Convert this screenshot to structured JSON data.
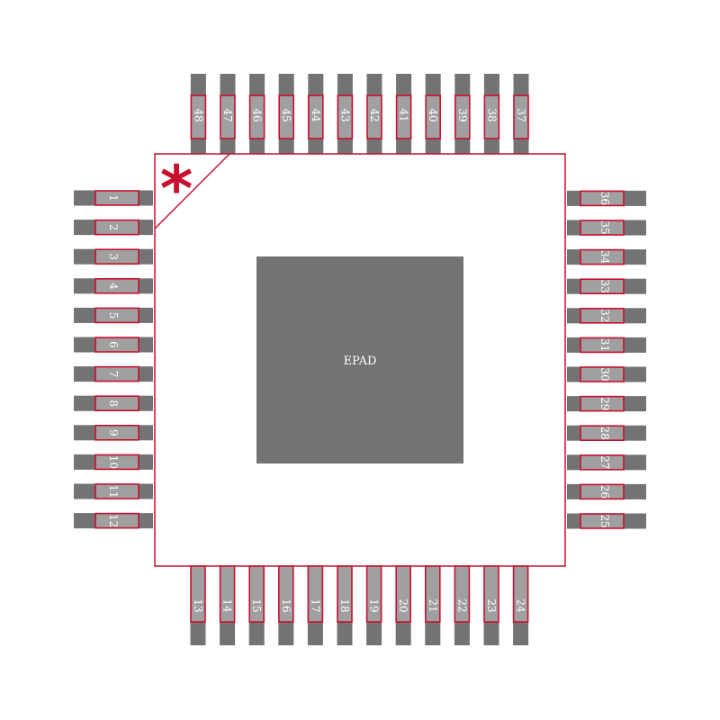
{
  "component": {
    "epad_label": "EPAD",
    "pin1_marker": "*",
    "colors": {
      "background": "#ffffff",
      "lead": "#737373",
      "pad_fill": "#a0a0a0",
      "outline": "#c8102e",
      "epad_fill": "#737373",
      "label": "#ffffff"
    },
    "pins": {
      "left": [
        "1",
        "2",
        "3",
        "4",
        "5",
        "6",
        "7",
        "8",
        "9",
        "10",
        "11",
        "12"
      ],
      "bottom": [
        "13",
        "14",
        "15",
        "16",
        "17",
        "18",
        "19",
        "20",
        "21",
        "22",
        "23",
        "24"
      ],
      "right": [
        "25",
        "26",
        "27",
        "28",
        "29",
        "30",
        "31",
        "32",
        "33",
        "34",
        "35",
        "36"
      ],
      "top": [
        "37",
        "38",
        "39",
        "40",
        "41",
        "42",
        "43",
        "44",
        "45",
        "46",
        "47",
        "48"
      ]
    }
  }
}
